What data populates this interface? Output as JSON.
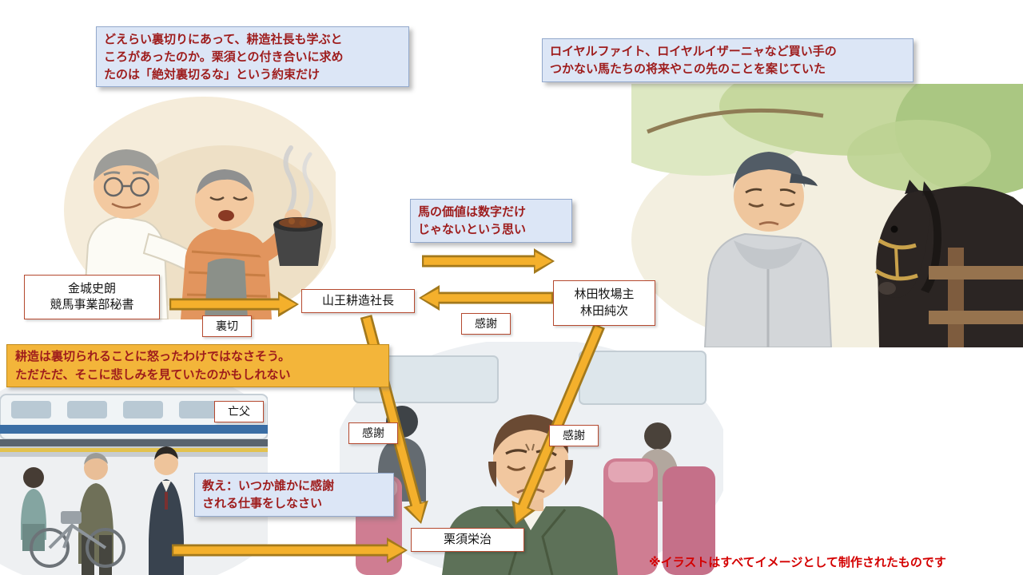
{
  "callouts": {
    "betrayal_lesson": "どえらい裏切りにあって、耕造社長も学ぶと\nころがあったのか。栗須との付き合いに求め\nたのは「絶対裏切るな」という約束だけ",
    "horses_future": "ロイヤルファイト、ロイヤルイザーニャなど買い手の\nつかない馬たちの将来やこの先のことを案じていた",
    "horse_value": "馬の価値は数字だけ\nじゃないという思い",
    "kozo_sadness": "耕造は裏切られることに怒ったわけではなさそう。\nただただ、そこに悲しみを見ていたのかもしれない",
    "teaching": "教え：いつか誰かに感謝\nされる仕事をしなさい"
  },
  "nodes": {
    "kaneshiro": "金城史朗\n競馬事業部秘書",
    "sanno": "山王耕造社長",
    "hayashida": "林田牧場主\n林田純次",
    "kurisu": "栗須栄治",
    "deceased_father": "亡父"
  },
  "edges": [
    {
      "from": "金城史朗 競馬事業部秘書",
      "to": "山王耕造社長",
      "label": "裏切"
    },
    {
      "from": "山王耕造社長",
      "to": "林田牧場主 林田純次",
      "label": ""
    },
    {
      "from": "林田牧場主 林田純次",
      "to": "山王耕造社長",
      "label": "感謝"
    },
    {
      "from": "山王耕造社長",
      "to": "栗須栄治",
      "label": "感謝"
    },
    {
      "from": "林田牧場主 林田純次",
      "to": "栗須栄治",
      "label": "感謝"
    },
    {
      "from": "亡父",
      "to": "栗須栄治",
      "label": ""
    }
  ],
  "colors": {
    "callout_bg": "#dce6f6",
    "callout_text": "#9e1c1c",
    "note_bg": "#f3b53a",
    "arrow_fill": "#f4b02c",
    "arrow_outline": "#a3791c",
    "node_border": "#b5492f",
    "disclaimer_text": "#d40000"
  },
  "footer": {
    "disclaimer": "※イラストはすべてイメージとして制作されたものです"
  }
}
